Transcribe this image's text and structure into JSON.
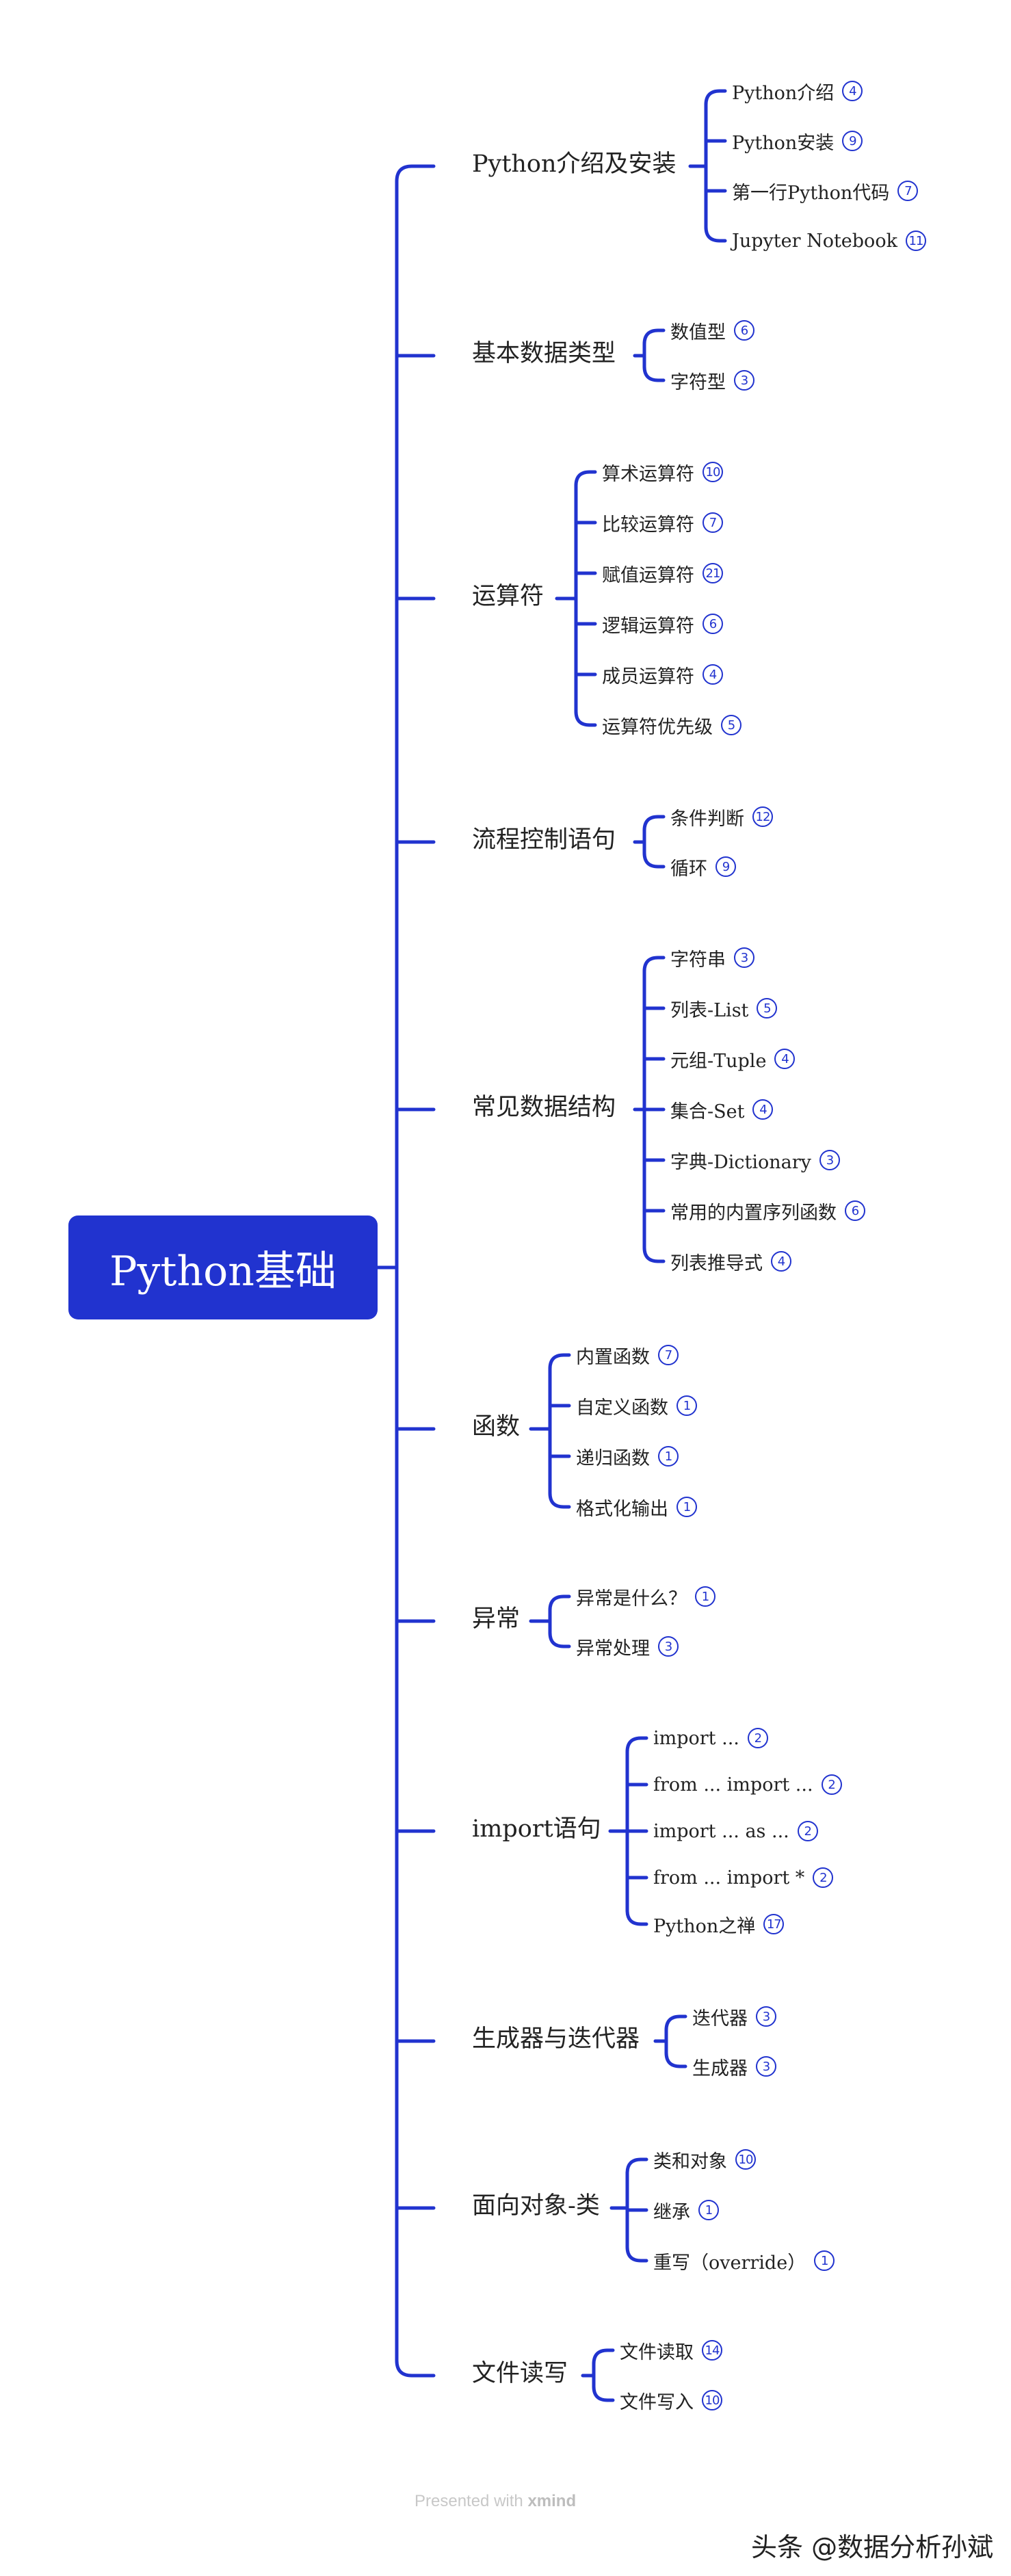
{
  "root": {
    "label": "Python基础"
  },
  "branches": [
    {
      "label": "Python介绍及安装",
      "children": [
        {
          "label": "Python介绍",
          "count": "4"
        },
        {
          "label": "Python安装",
          "count": "9"
        },
        {
          "label": "第一行Python代码",
          "count": "7"
        },
        {
          "label": "Jupyter Notebook",
          "count": "11"
        }
      ]
    },
    {
      "label": "基本数据类型",
      "children": [
        {
          "label": "数值型",
          "count": "6"
        },
        {
          "label": "字符型",
          "count": "3"
        }
      ]
    },
    {
      "label": "运算符",
      "children": [
        {
          "label": "算术运算符",
          "count": "10"
        },
        {
          "label": "比较运算符",
          "count": "7"
        },
        {
          "label": "赋值运算符",
          "count": "21"
        },
        {
          "label": "逻辑运算符",
          "count": "6"
        },
        {
          "label": "成员运算符",
          "count": "4"
        },
        {
          "label": "运算符优先级",
          "count": "5"
        }
      ]
    },
    {
      "label": "流程控制语句",
      "children": [
        {
          "label": "条件判断",
          "count": "12"
        },
        {
          "label": "循环",
          "count": "9"
        }
      ]
    },
    {
      "label": "常见数据结构",
      "children": [
        {
          "label": "字符串",
          "count": "3"
        },
        {
          "label": "列表-List",
          "count": "5"
        },
        {
          "label": "元组-Tuple",
          "count": "4"
        },
        {
          "label": "集合-Set",
          "count": "4"
        },
        {
          "label": "字典-Dictionary",
          "count": "3"
        },
        {
          "label": "常用的内置序列函数",
          "count": "6"
        },
        {
          "label": "列表推导式",
          "count": "4"
        }
      ]
    },
    {
      "label": "函数",
      "children": [
        {
          "label": "内置函数",
          "count": "7"
        },
        {
          "label": "自定义函数",
          "count": "1"
        },
        {
          "label": "递归函数",
          "count": "1"
        },
        {
          "label": "格式化输出",
          "count": "1"
        }
      ]
    },
    {
      "label": "异常",
      "children": [
        {
          "label": "异常是什么？",
          "count": "1"
        },
        {
          "label": "异常处理",
          "count": "3"
        }
      ]
    },
    {
      "label": "import语句",
      "children": [
        {
          "label": "import ...",
          "count": "2"
        },
        {
          "label": "from ... import ...",
          "count": "2"
        },
        {
          "label": "import ... as ...",
          "count": "2"
        },
        {
          "label": "from ... import *",
          "count": "2"
        },
        {
          "label": "Python之禅",
          "count": "17"
        }
      ]
    },
    {
      "label": "生成器与迭代器",
      "children": [
        {
          "label": "迭代器",
          "count": "3"
        },
        {
          "label": "生成器",
          "count": "3"
        }
      ]
    },
    {
      "label": "面向对象-类",
      "children": [
        {
          "label": "类和对象",
          "count": "10"
        },
        {
          "label": "继承",
          "count": "1"
        },
        {
          "label": "重写（override）",
          "count": "1"
        }
      ]
    },
    {
      "label": "文件读写",
      "children": [
        {
          "label": "文件读取",
          "count": "14"
        },
        {
          "label": "文件写入",
          "count": "10"
        }
      ]
    }
  ],
  "footer": {
    "presented_with": "Presented with",
    "brand": "xmind"
  },
  "watermark": "头条 @数据分析孙斌",
  "colors": {
    "accent": "#2133cf",
    "text": "#222222"
  }
}
